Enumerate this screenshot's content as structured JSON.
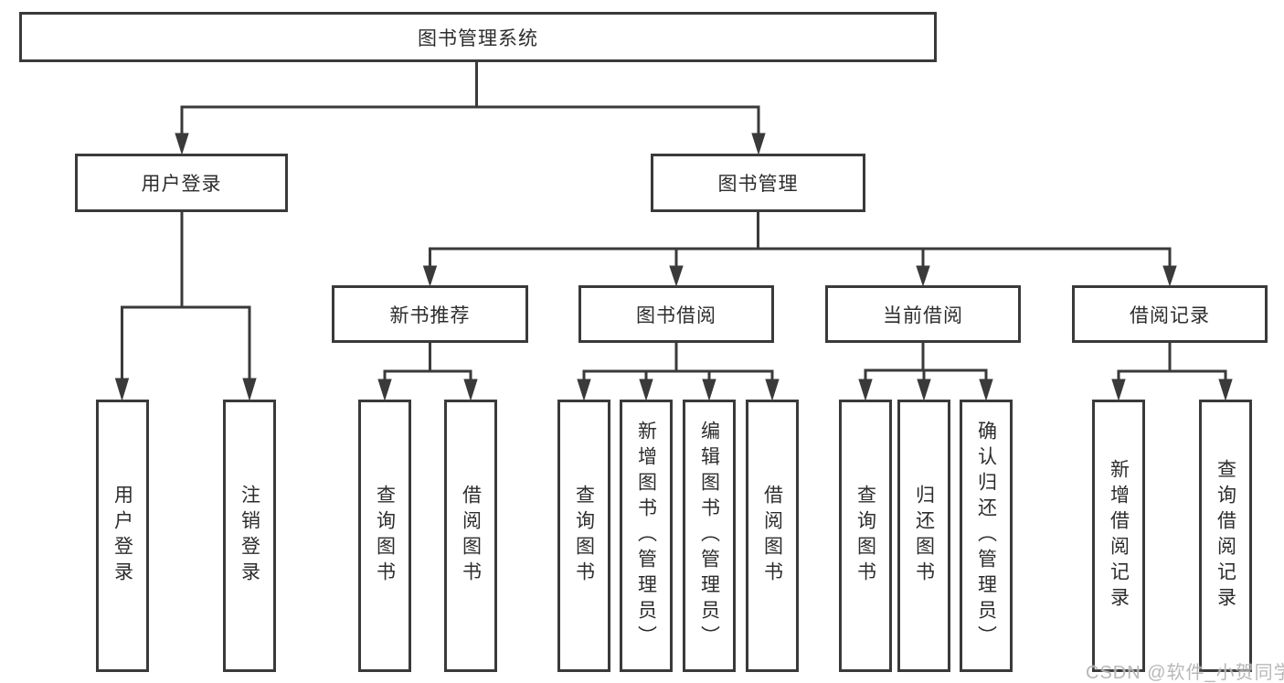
{
  "diagram": {
    "title": "图书管理系统",
    "type": "hierarchy-tree"
  },
  "colors": {
    "line": "#3a3a3a",
    "text": "#2d2d2d",
    "box_background": "#ffffff",
    "watermark": "#b2b2b2"
  },
  "tree": {
    "root": {
      "label": "图书管理系统"
    },
    "level2": [
      {
        "label": "用户登录",
        "children": [
          "用户登录",
          "注销登录"
        ]
      },
      {
        "label": "图书管理"
      }
    ],
    "level3": [
      {
        "label": "新书推荐",
        "children": [
          "查询图书",
          "借阅图书"
        ]
      },
      {
        "label": "图书借阅",
        "children": [
          "查询图书",
          "新增图书（管理员）",
          "编辑图书（管理员）",
          "借阅图书"
        ]
      },
      {
        "label": "当前借阅",
        "children": [
          "查询图书",
          "归还图书",
          "确认归还（管理员）"
        ]
      },
      {
        "label": "借阅记录",
        "children": [
          "新增借阅记录",
          "查询借阅记录"
        ]
      }
    ]
  },
  "watermark": {
    "text": "CSDN @软件_小贺同学"
  }
}
